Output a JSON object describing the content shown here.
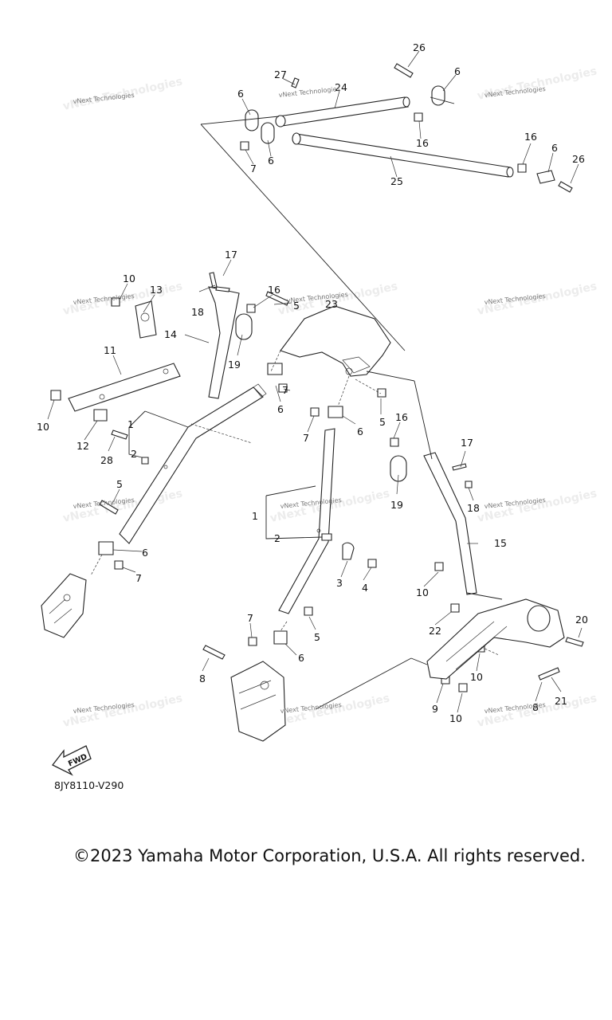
{
  "callouts": [
    "1",
    "1",
    "2",
    "2",
    "3",
    "4",
    "5",
    "5",
    "5",
    "5",
    "6",
    "6",
    "6",
    "6",
    "6",
    "6",
    "6",
    "6",
    "7",
    "7",
    "7",
    "7",
    "7",
    "8",
    "8",
    "9",
    "10",
    "10",
    "10",
    "10",
    "10",
    "11",
    "12",
    "13",
    "14",
    "15",
    "16",
    "16",
    "16",
    "16",
    "17",
    "17",
    "18",
    "18",
    "19",
    "19",
    "20",
    "21",
    "22",
    "23",
    "24",
    "25",
    "26",
    "26",
    "27",
    "28"
  ],
  "watermark": "vNext Technologies",
  "fwd_label": "FWD",
  "diagram_code": "8JY8110-V290",
  "copyright": "©2023 Yamaha Motor Corporation, U.S.A. All rights reserved."
}
